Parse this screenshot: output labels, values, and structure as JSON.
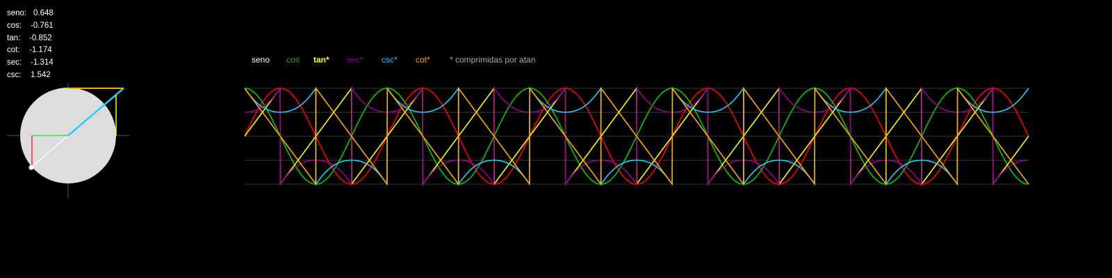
{
  "readouts": [
    {
      "label": "seno:",
      "value": "0.648"
    },
    {
      "label": "cos:",
      "value": "-0.761"
    },
    {
      "label": "tan:",
      "value": "-0.852"
    },
    {
      "label": "cot:",
      "value": "-1.174"
    },
    {
      "label": "sec:",
      "value": "-1.314"
    },
    {
      "label": "csc:",
      "value": "1.542"
    }
  ],
  "legend": [
    {
      "label": "seno",
      "color": "#ffffff"
    },
    {
      "label": "cos",
      "color": "#22aa22"
    },
    {
      "label": "tan*",
      "color": "#ffff22"
    },
    {
      "label": "sec*",
      "color": "#990099"
    },
    {
      "label": "csc*",
      "color": "#22ccff"
    },
    {
      "label": "cot*",
      "color": "#ffaa00"
    },
    {
      "label": "* comprimidas por atan",
      "color": "#aaaaaa"
    }
  ],
  "colors": {
    "background": "#000000",
    "circle_fill": "#dddddd",
    "sin": "#ff0000",
    "cos": "#00cc00",
    "tan": "#ffff00",
    "cot": "#ffaa00",
    "sec": "#990099",
    "csc": "#22ccff",
    "grid": "#333333"
  },
  "chart_data": {
    "type": "line",
    "title": "",
    "xlabel": "",
    "ylabel": "",
    "grid": true,
    "legend_placement": "top",
    "x_range_cycles": 5.5,
    "ylim": [
      -1,
      1
    ],
    "series": [
      {
        "name": "seno",
        "function": "sin",
        "compressed": false
      },
      {
        "name": "cos",
        "function": "cos",
        "compressed": false
      },
      {
        "name": "tan*",
        "function": "tan",
        "compressed": true
      },
      {
        "name": "sec*",
        "function": "sec",
        "compressed": true
      },
      {
        "name": "csc*",
        "function": "csc",
        "compressed": true
      },
      {
        "name": "cot*",
        "function": "cot",
        "compressed": true
      }
    ]
  }
}
